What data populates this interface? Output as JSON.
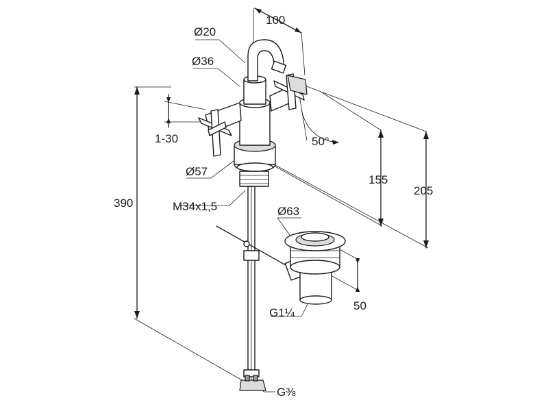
{
  "labels": {
    "d20": "Ø20",
    "d36": "Ø36",
    "d57": "Ø57",
    "d63": "Ø63",
    "thread": "M34x1,5",
    "g114": "G1¼",
    "g38": "G⅜",
    "range": "1-30",
    "angle": "50°",
    "w100": "100",
    "h155": "155",
    "h205": "205",
    "h390": "390",
    "h50": "50"
  }
}
